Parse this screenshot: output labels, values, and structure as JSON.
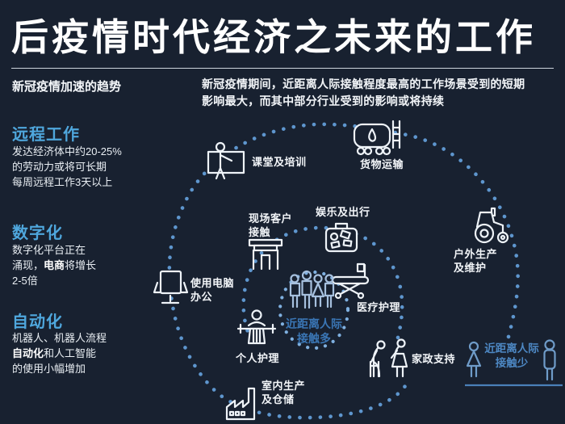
{
  "page": {
    "title": "后疫情时代经济之未来的工作"
  },
  "sidebar": {
    "intro": "新冠疫情加速的趋势",
    "sections": [
      {
        "heading": "远程工作",
        "body_pre": "发达经济体中约20-25%\n的劳动力或将可长期\n每周远程工作3天以上",
        "body_bold": "",
        "body_post": ""
      },
      {
        "heading": "数字化",
        "body_pre": "数字化平台正在\n涌现，",
        "body_bold": "电商",
        "body_post": "将增长\n2-5倍"
      },
      {
        "heading": "自动化",
        "body_pre": "机器人、机器人流程\n",
        "body_bold": "自动化",
        "body_post": "和人工智能\n的使用小幅增加"
      }
    ]
  },
  "main": {
    "description": "新冠疫情期间，近距离人际接触程度最高的工作场景受到的短期\n影响最大，而其中部分行业受到的影响或将持续",
    "center_label": "近距离人际\n接触多",
    "low_contact_label": "近距离人际\n接触少",
    "nodes": [
      {
        "label": "课堂及培训",
        "icon": "classroom-training-icon"
      },
      {
        "label": "货物运输",
        "icon": "freight-transport-icon"
      },
      {
        "label": "娱乐及出行",
        "icon": "entertainment-travel-icon"
      },
      {
        "label": "现场客户\n接触",
        "icon": "onsite-customer-icon"
      },
      {
        "label": "医疗护理",
        "icon": "medical-care-icon"
      },
      {
        "label": "户外生产\n及维护",
        "icon": "outdoor-production-icon"
      },
      {
        "label": "使用电脑\n办公",
        "icon": "computer-office-icon"
      },
      {
        "label": "个人护理",
        "icon": "personal-care-icon"
      },
      {
        "label": "家政支持",
        "icon": "domestic-support-icon"
      },
      {
        "label": "室内生产\n及仓储",
        "icon": "indoor-production-icon"
      }
    ],
    "colors": {
      "background": "#182130",
      "accent_blue": "#4fa7dd",
      "deep_blue": "#3a76b5",
      "dot_blue": "#5e96ce",
      "icon_white": "#eef3f8"
    }
  }
}
